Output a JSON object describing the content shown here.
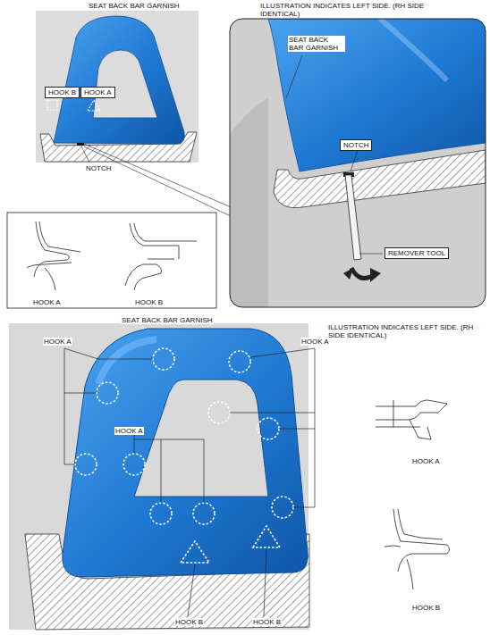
{
  "diagram": {
    "labels": [
      "SEAT BACK BAR GARNISH",
      "HOOK B",
      "HOOK A",
      "NOTCH",
      "ILLUSTRATION INDICATES LEFT SIDE. (RH SIDE IDENTICAL)",
      "SEAT BACK BAR GARNISH",
      "NOTCH",
      "REMOVER TOOL",
      "HOOK A",
      "HOOK B",
      "SEAT BACK BAR GARNISH",
      "ILLUSTRATION INDICATES LEFT SIDE. (RH SIDE IDENTICAL)",
      "HOOK A",
      "HOOK A",
      "HOOK A",
      "HOOK A",
      "HOOK B",
      "HOOK B",
      "HOOK B"
    ]
  }
}
